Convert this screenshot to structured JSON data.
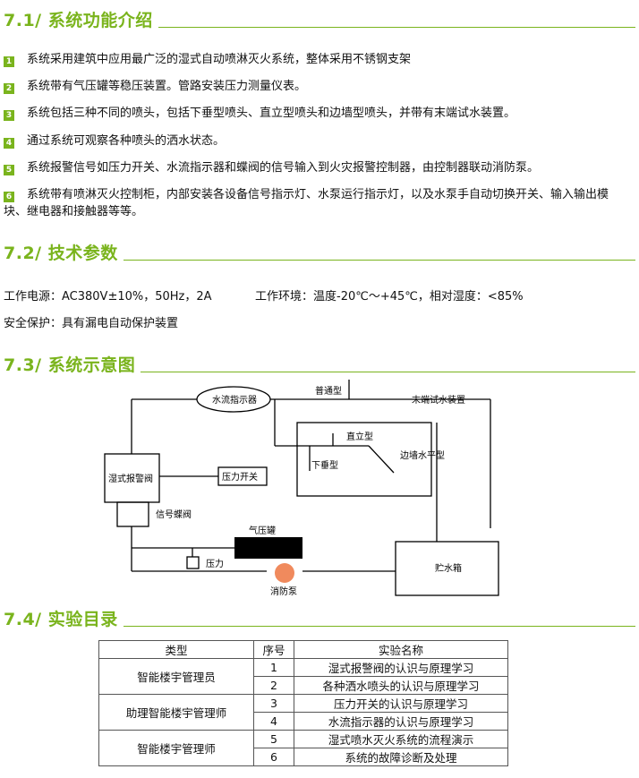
{
  "sections": {
    "s1": "7.1/ 系统功能介绍",
    "s2": "7.2/ 技术参数",
    "s3": "7.3/ 系统示意图",
    "s4": "7.4/ 实验目录"
  },
  "functions": [
    {
      "num": "1",
      "text": "系统采用建筑中应用最广泛的湿式自动喷淋灭火系统，整体采用不锈钢支架"
    },
    {
      "num": "2",
      "text": "系统带有气压罐等稳压装置。管路安装压力测量仪表。"
    },
    {
      "num": "3",
      "text": "系统包括三种不同的喷头，包括下垂型喷头、直立型喷头和边墙型喷头，并带有末端试水装置。"
    },
    {
      "num": "4",
      "text": "通过系统可观察各种喷头的洒水状态。"
    },
    {
      "num": "5",
      "text": "系统报警信号如压力开关、水流指示器和蝶阀的信号输入到火灾报警控制器，由控制器联动消防泵。"
    },
    {
      "num": "6",
      "text": "系统带有喷淋灭火控制柜，内部安装各设备信号指示灯、水泵运行指示灯，以及水泵手自动切换开关、输入输出模块、继电器和接触器等等。"
    }
  ],
  "tech": {
    "power": "工作电源：AC380V±10%，50Hz，2A",
    "env": "工作环境：温度-20℃～+45℃，相对湿度：<85%",
    "safety": "安全保护：具有漏电自动保护装置"
  },
  "diagram": {
    "flow_indicator": "水流指示器",
    "pendent": "普通型",
    "end_test": "末端试水装置",
    "upright": "直立型",
    "sidewall": "边墙水平型",
    "downward": "下垂型",
    "alarm_valve": "湿式报警阀",
    "pressure_switch": "压力开关",
    "butterfly_valve": "信号蝶阀",
    "pressure_tank": "气压罐",
    "pressure": "压力",
    "fire_pump": "消防泵",
    "water_tank": "贮水箱"
  },
  "table": {
    "headers": [
      "类型",
      "序号",
      "实验名称"
    ],
    "groups": [
      {
        "type": "智能楼宇管理员",
        "rows": [
          {
            "no": "1",
            "name": "湿式报警阀的认识与原理学习"
          },
          {
            "no": "2",
            "name": "各种洒水喷头的认识与原理学习"
          }
        ]
      },
      {
        "type": "助理智能楼宇管理师",
        "rows": [
          {
            "no": "3",
            "name": "压力开关的认识与原理学习"
          },
          {
            "no": "4",
            "name": "水流指示器的认识与原理学习"
          }
        ]
      },
      {
        "type": "智能楼宇管理师",
        "rows": [
          {
            "no": "5",
            "name": "湿式喷水灭火系统的流程演示"
          },
          {
            "no": "6",
            "name": "系统的故障诊断及处理"
          }
        ]
      }
    ]
  },
  "colors": {
    "accent": "#7ab41d",
    "pump": "#f08a5d"
  }
}
